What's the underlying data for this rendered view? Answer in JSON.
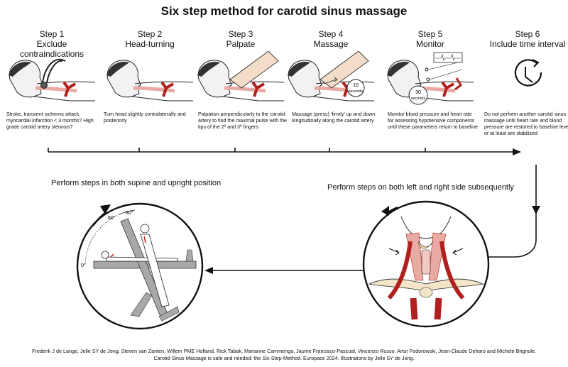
{
  "title": "Six step method for carotid sinus massage",
  "steps": [
    {
      "name": "Step 1",
      "title": "Exclude contraindications",
      "desc": "Stroke, transient ischemic attack, myocardial infarction < 3 months? High grade carotid artery stenosis?"
    },
    {
      "name": "Step 2",
      "title": "Head-turning",
      "desc": "Turn head slightly contralaterally and posteriorly"
    },
    {
      "name": "Step 3",
      "title": "Palpate",
      "desc": "Palpation perpendicularly to the carotid artery to find the maximal pulse with the tips of the 2º and 3º fingers"
    },
    {
      "name": "Step 4",
      "title": "Massage",
      "desc": "Massage (press) ‘firmly’ up and down longitudinally along the carotid artery"
    },
    {
      "name": "Step 5",
      "title": "Monitor",
      "desc": "Monitor blood pressure and heart rate for assessing hypotensive components until these parameters return to baseline"
    },
    {
      "name": "Step 6",
      "title": "Include time interval",
      "desc": "Do not perform another carotid sinus massage until heart rate and blood pressure are restored to baseline levels or at least are stabilized"
    }
  ],
  "timers": {
    "step4": "10\nseconds",
    "step5": "30\nseconds"
  },
  "timer_lines": {
    "step4_num": "10",
    "step4_unit": "seconds",
    "step5_num": "30",
    "step5_unit": "seconds"
  },
  "positions": {
    "phrase": "Perform steps in both supine and upright position",
    "angles": [
      "0°",
      "60°",
      "80°"
    ]
  },
  "sides": {
    "phrase": "Perform steps on both left and right side subsequently"
  },
  "credits": {
    "line1": "Frederik J de Lange, Jelle SY de Jong, Steven van Zanten, Willem PME Hofland, Rick Tabak, Marianne Cammenga, Jaume Francisco-Pascual, Vincenzo Russo, Artur Fedorowski, Jean-Claude Deharo and Michele Brignole.",
    "line2": "Carotid Sinus Massage is safe and needed: the Six-Step-Method. Europace 2024. Illustrations by Jelle SY de Jong."
  },
  "colors": {
    "artery": "#b0201e",
    "muscle": "#e8aaa2",
    "skin": "#f2f2f2",
    "line": "#222222",
    "arm": "#f3dcc8",
    "table": "#a8a8a8"
  }
}
